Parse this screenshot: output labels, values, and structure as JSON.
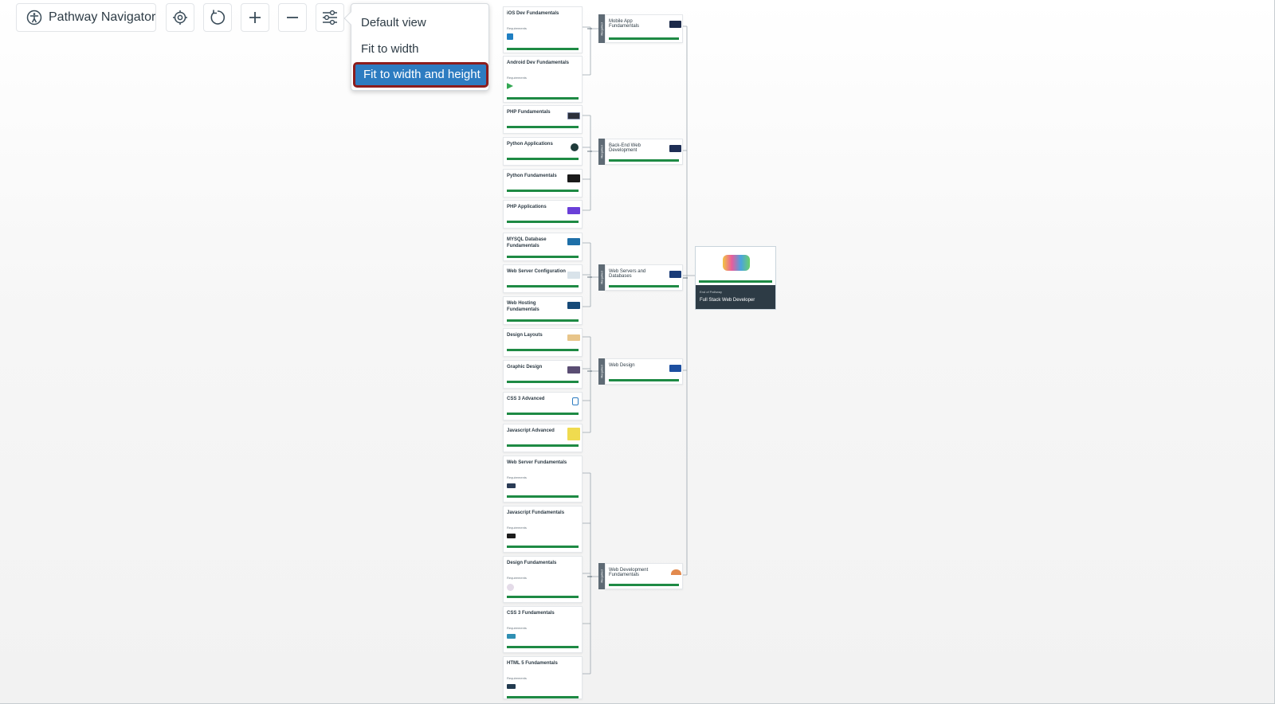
{
  "toolbar": {
    "navigator_label": "Pathway Navigator",
    "icons": [
      "accessibility-icon",
      "target-icon",
      "reset-icon",
      "zoom-in-icon",
      "zoom-out-icon",
      "settings-sliders-icon"
    ]
  },
  "view_menu": {
    "items": [
      "Default view",
      "Fit to width",
      "Fit to width and height"
    ],
    "selected": "Fit to width and height"
  },
  "pathway": {
    "required_label": "Required",
    "requirements_label": "Requirements",
    "progress_color": "#1e8a44",
    "courses": [
      {
        "title": "iOS Dev Fundamentals"
      },
      {
        "title": "Android Dev Fundamentals"
      },
      {
        "title": "PHP Fundamentals"
      },
      {
        "title": "Python Applications"
      },
      {
        "title": "Python Fundamentals"
      },
      {
        "title": "PHP Applications"
      },
      {
        "title": "MYSQL Database Fundamentals"
      },
      {
        "title": "Web Server Configuration"
      },
      {
        "title": "Web Hosting Fundamentals"
      },
      {
        "title": "Design Layouts"
      },
      {
        "title": "Graphic Design"
      },
      {
        "title": "CSS 3 Advanced"
      },
      {
        "title": "Javascript Advanced"
      },
      {
        "title": "Web Server Fundamentals"
      },
      {
        "title": "Javascript Fundamentals"
      },
      {
        "title": "Design Fundamentals"
      },
      {
        "title": "CSS 3 Fundamentals"
      },
      {
        "title": "HTML 5 Fundamentals"
      }
    ],
    "milestones": [
      {
        "title": "Mobile App Fundamentals"
      },
      {
        "title": "Back-End Web Development"
      },
      {
        "title": "Web Servers and Databases"
      },
      {
        "title": "Web Design"
      },
      {
        "title": "Web Development Fundamentals"
      }
    ],
    "end": {
      "subtitle": "End of Pathway",
      "title": "Full Stack Web Developer"
    }
  }
}
